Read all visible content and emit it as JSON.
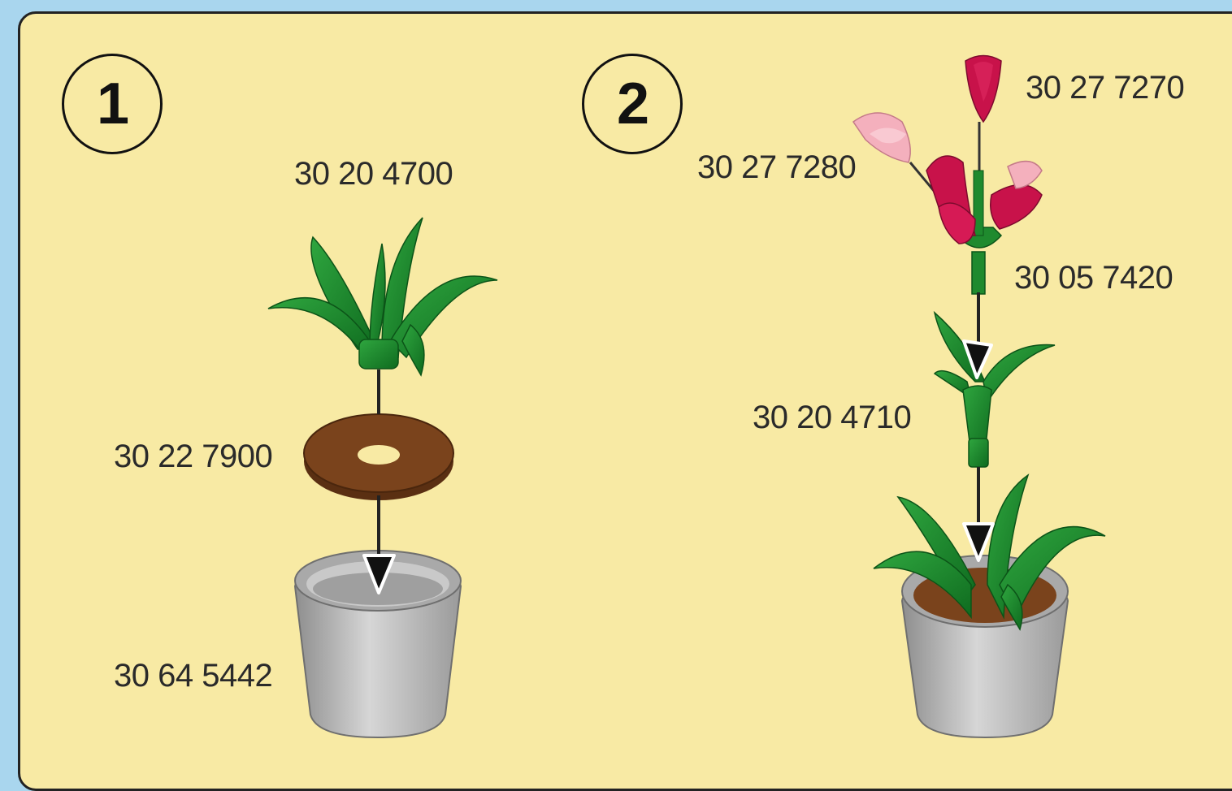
{
  "steps": [
    {
      "number": "1",
      "parts": {
        "leaves": "30 20 4700",
        "soil_disc": "30 22 7900",
        "pot": "30 64 5442"
      }
    },
    {
      "number": "2",
      "parts": {
        "top_flower": "30 27 7270",
        "flower_cluster": "30 27 7280",
        "stem": "30 05 7420",
        "leaf_stem": "30 20 4710"
      }
    }
  ],
  "colors": {
    "background": "#a9d6ee",
    "panel": "#f8eaa4",
    "leaf_green": "#1f8a2e",
    "soil_brown": "#6b3a17",
    "pot_grey": "#b8b8b8",
    "flower_magenta": "#c8124a",
    "flower_pink": "#f4b0bd"
  }
}
